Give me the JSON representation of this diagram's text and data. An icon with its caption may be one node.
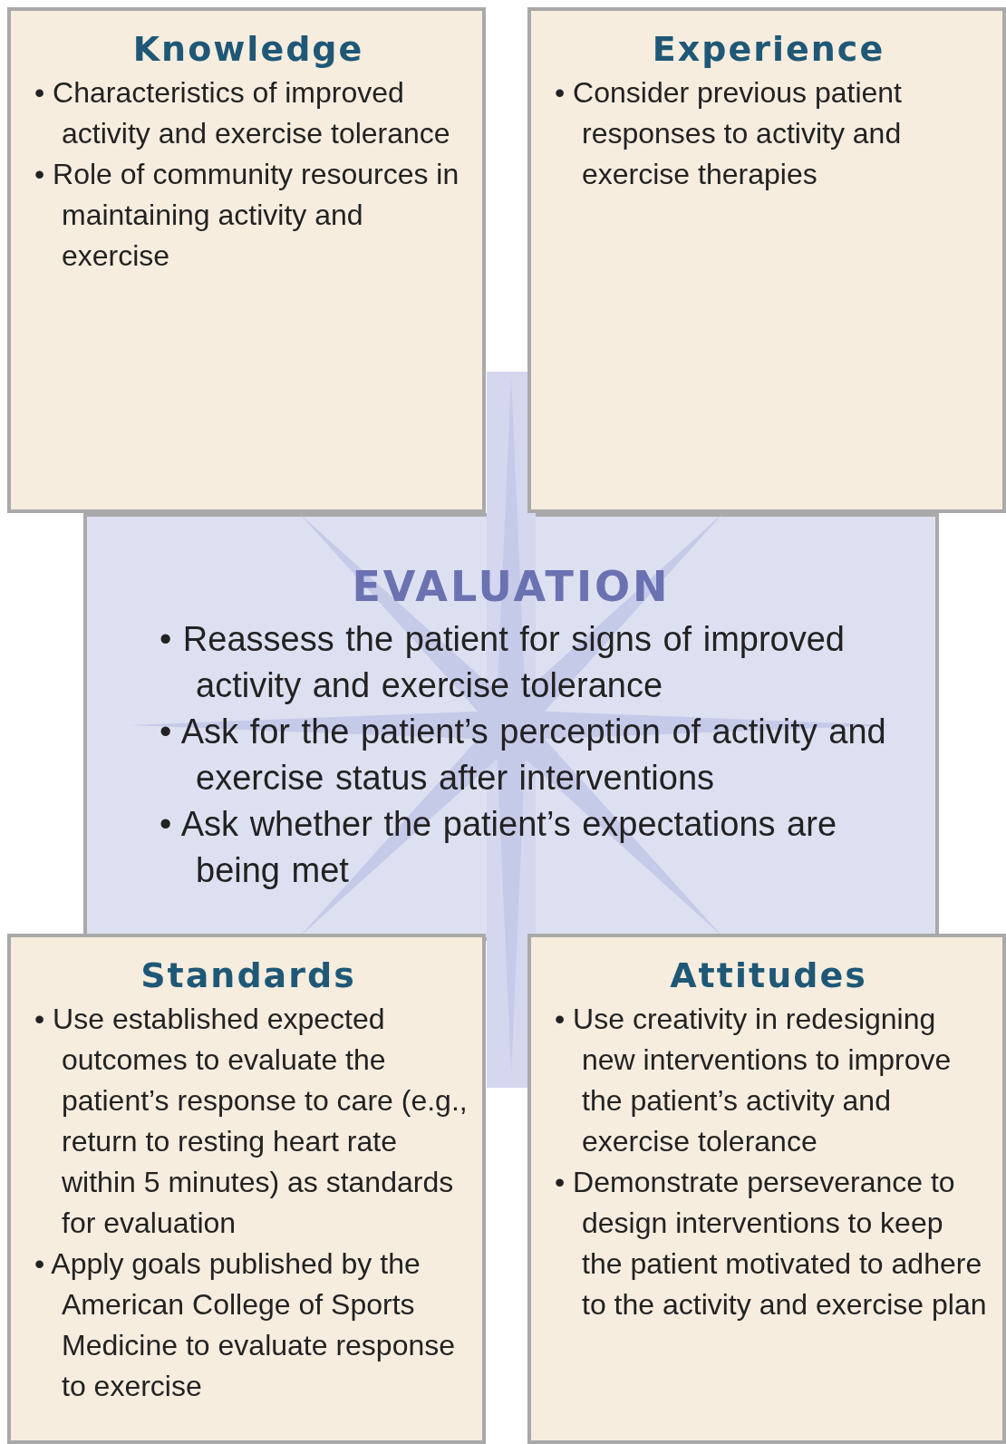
{
  "diagram": {
    "nodes": [
      {
        "text": [
          "Knowledge",
          "• Characteristics of improved activity and exercise tolerance",
          "• Role of community resources in maintaining activity and exercise"
        ]
      },
      {
        "text": [
          "Experience",
          "• Consider previous patient responses to activity and exercise therapies"
        ]
      },
      {
        "text": [
          "EVALUATION",
          "• Reassess the patient for signs of improved activity and exercise tolerance",
          "• Ask for the patient’s perception of activity and exercise status after interventions",
          "• Ask whether the patient’s expectations are being met"
        ]
      },
      {
        "text": [
          "Standards",
          "• Use established expected outcomes to evaluate the patient’s response to care (e.g., return to resting heart rate within 5 minutes) as standards for evaluation",
          "• Apply goals published by the American College of Sports Medicine to evaluate response to exercise"
        ]
      },
      {
        "text": [
          "Attitudes",
          "• Use creativity in redesigning new interventions to improve the patient’s activity and exercise tolerance",
          "• Demonstrate perseverance to design interventions to keep the patient motivated to adhere to the activity and exercise plan"
        ]
      }
    ]
  }
}
